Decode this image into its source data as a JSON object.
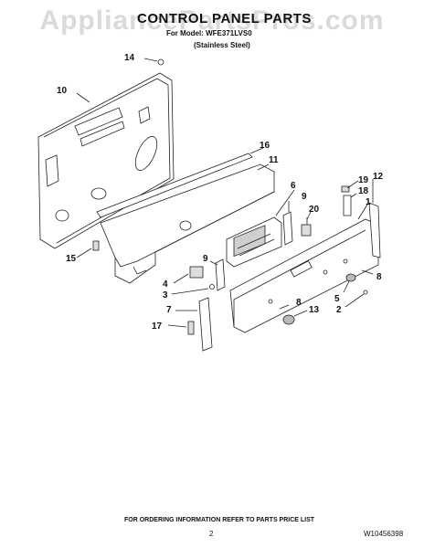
{
  "watermark": "AppliancePartsPros.com",
  "title": "CONTROL PANEL PARTS",
  "subtitle": "For Model: WFE371LVS0",
  "variant": "(Stainless Steel)",
  "callouts": {
    "c14": "14",
    "c10": "10",
    "c16": "16",
    "c11": "11",
    "c6": "6",
    "c9a": "9",
    "c19": "19",
    "c12": "12",
    "c18": "18",
    "c1": "1",
    "c20": "20",
    "c15": "15",
    "c9b": "9",
    "c8a": "8",
    "c4": "4",
    "c3": "3",
    "c5": "5",
    "c2": "2",
    "c7": "7",
    "c8b": "8",
    "c13": "13",
    "c17": "17"
  },
  "footer": "FOR ORDERING INFORMATION REFER TO PARTS PRICE LIST",
  "page_number": "2",
  "document_number": "W10456398",
  "colors": {
    "line": "#222222",
    "panel_fill": "#ffffff",
    "shade": "#cfcfcf",
    "dark": "#333333"
  }
}
